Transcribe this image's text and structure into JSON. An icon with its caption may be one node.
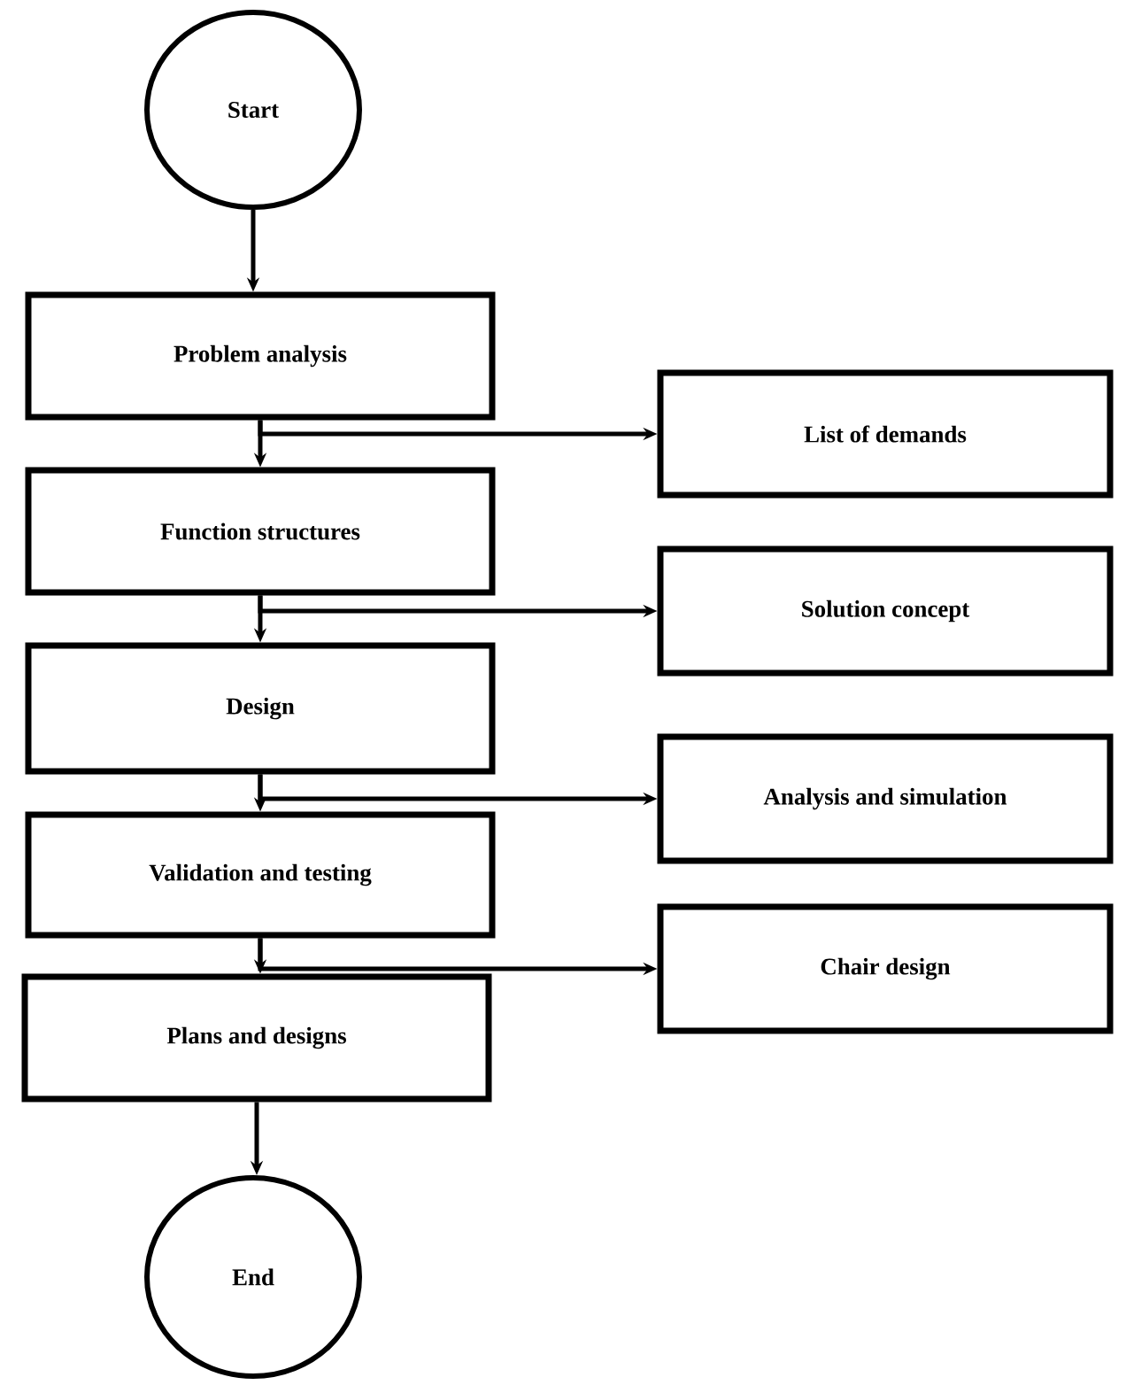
{
  "diagram": {
    "nodes": [
      {
        "text": [
          "Start"
        ]
      },
      {
        "text": [
          "Problem analysis"
        ]
      },
      {
        "text": [
          "List of demands"
        ]
      },
      {
        "text": [
          "Function structures"
        ]
      },
      {
        "text": [
          "Solution concept"
        ]
      },
      {
        "text": [
          "Design"
        ]
      },
      {
        "text": [
          "Analysis and simulation"
        ]
      },
      {
        "text": [
          "Validation and testing"
        ]
      },
      {
        "text": [
          "Chair design"
        ]
      },
      {
        "text": [
          "Plans and designs"
        ]
      },
      {
        "text": [
          "End"
        ]
      }
    ],
    "edges": [
      {
        "from": 0,
        "to": 1,
        "arrow": "to"
      },
      {
        "from": 1,
        "to": 3,
        "arrow": "to"
      },
      {
        "from": 1,
        "to": 2,
        "arrow": "to"
      },
      {
        "from": 3,
        "to": 5,
        "arrow": "to"
      },
      {
        "from": 3,
        "to": 4,
        "arrow": "to"
      },
      {
        "from": 5,
        "to": 7,
        "arrow": "to"
      },
      {
        "from": 5,
        "to": 6,
        "arrow": "to"
      },
      {
        "from": 7,
        "to": 9,
        "arrow": "to"
      },
      {
        "from": 7,
        "to": 8,
        "arrow": "to"
      },
      {
        "from": 9,
        "to": 10,
        "arrow": "to"
      }
    ]
  }
}
